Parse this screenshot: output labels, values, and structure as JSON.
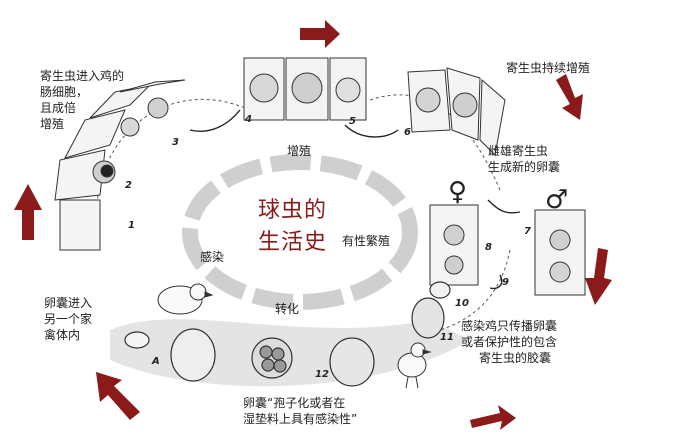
{
  "title": {
    "line1": "球虫的",
    "line2": "生活史"
  },
  "ring_labels": {
    "proliferation": "增殖",
    "sexual": "有性繁殖",
    "infection": "感染",
    "transformation": "转化"
  },
  "annotations": {
    "enter_cells": [
      "寄生虫进入鸡的",
      "肠细胞，",
      "且成倍",
      "增殖"
    ],
    "keep_multiplying": "寄生虫持续增殖",
    "gametes": [
      "雌雄寄生虫",
      "生成新的卵囊"
    ],
    "infected_chicken": [
      "感染鸡只传播卵囊",
      "或者保护性的包含",
      "寄生虫的胶囊"
    ],
    "oocyst_sporulate": [
      "卵囊“孢子化或者在",
      "湿垫料上具有感染性”"
    ],
    "oocyst_enter": [
      "卵囊进入",
      "另一个家",
      "禽体内"
    ]
  },
  "stage_numbers": [
    "1",
    "2",
    "3",
    "4",
    "5",
    "6",
    "7",
    "8",
    "9",
    "10",
    "11",
    "12",
    "A"
  ],
  "symbols": {
    "female": "♀",
    "male": "♂"
  },
  "colors": {
    "arrow": "#8b1a1a",
    "ring": "#d6d6d6",
    "ring_dark": "#bdbdbd",
    "title": "#8b1a1a"
  }
}
